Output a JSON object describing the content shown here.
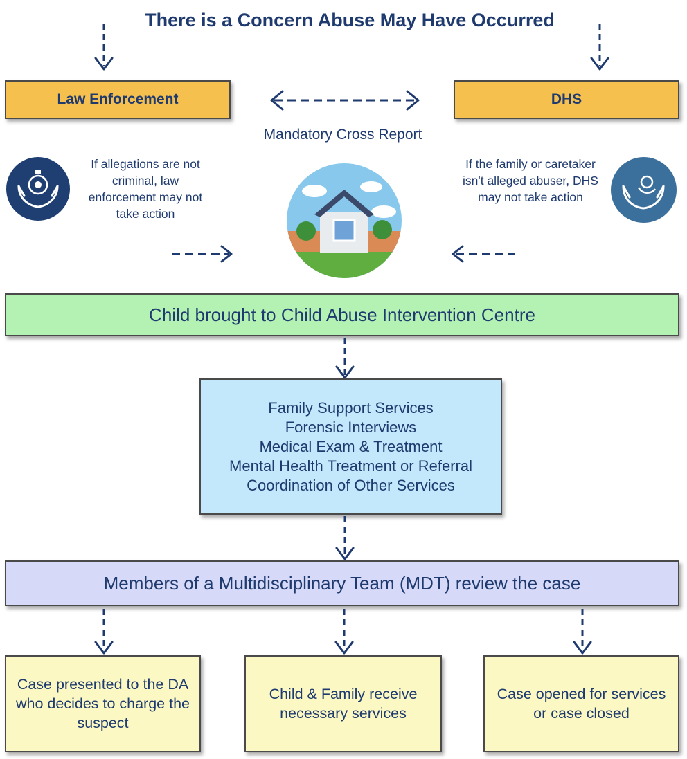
{
  "title": "There is a Concern Abuse May Have Occurred",
  "boxes": {
    "law": "Law Enforcement",
    "dhs": "DHS",
    "cross_report": "Mandatory Cross Report",
    "law_note": "If allegations are not criminal, law enforcement may not take action",
    "dhs_note": "If the family or caretaker isn't alleged abuser, DHS may not take action",
    "centre": "Child brought to Child Abuse Intervention Centre",
    "services": [
      "Family Support Services",
      "Forensic Interviews",
      "Medical Exam & Treatment",
      "Mental Health Treatment or Referral",
      "Coordination of Other Services"
    ],
    "mdt": "Members of a Multidisciplinary Team (MDT) review the case",
    "outcomes": [
      "Case presented to the DA who decides to charge the suspect",
      "Child & Family receive necessary services",
      "Case opened for services or case closed"
    ]
  },
  "icons": {
    "law_icon": "police-badge-hands-icon",
    "dhs_icon": "baby-hands-icon",
    "house_icon": "house-icon"
  },
  "colors": {
    "text": "#1e3a6e",
    "orange": "#f6c04f",
    "green": "#b4f2b4",
    "blue": "#c3e8fb",
    "lavender": "#d6d9f8",
    "yellow": "#fbf8c3"
  }
}
